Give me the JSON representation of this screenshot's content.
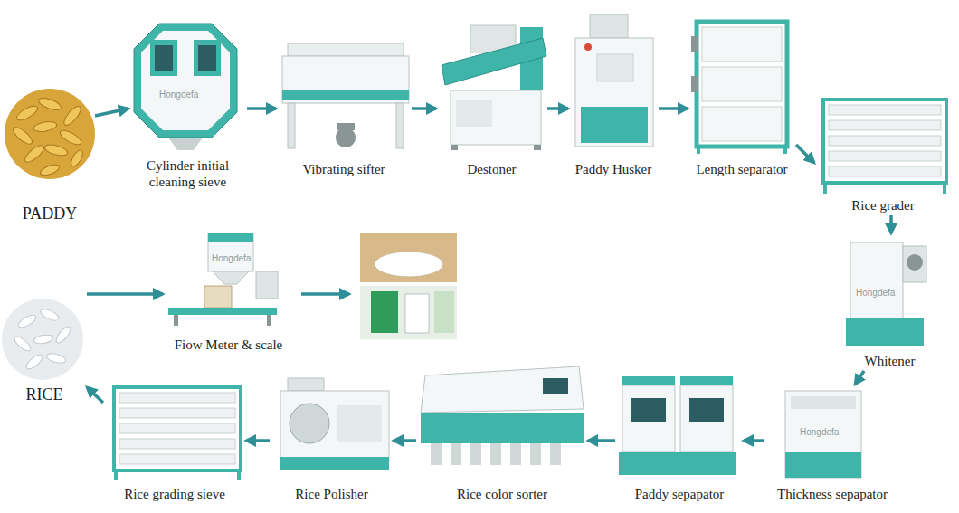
{
  "diagram": {
    "nodes": [
      {
        "text": [
          "PADDY"
        ]
      },
      {
        "text": [
          "Cylinder initial cleaning sieve"
        ]
      },
      {
        "text": [
          "Vibrating sifter"
        ]
      },
      {
        "text": [
          "Destoner"
        ]
      },
      {
        "text": [
          "Paddy Husker"
        ]
      },
      {
        "text": [
          "Length separator"
        ]
      },
      {
        "text": [
          "Rice grader"
        ]
      },
      {
        "text": [
          "Whitener"
        ]
      },
      {
        "text": [
          "Thickness sepapator"
        ]
      },
      {
        "text": [
          "Paddy sepapator"
        ]
      },
      {
        "text": [
          "Rice color sorter"
        ]
      },
      {
        "text": [
          "Rice Polisher"
        ]
      },
      {
        "text": [
          "Rice grading sieve"
        ]
      },
      {
        "text": [
          "RICE"
        ]
      },
      {
        "text": [
          "Fiow Meter & scale"
        ]
      }
    ],
    "edges": [
      {
        "from": 0,
        "to": 1,
        "arrow": "to"
      },
      {
        "from": 1,
        "to": 2,
        "arrow": "to"
      },
      {
        "from": 2,
        "to": 3,
        "arrow": "to"
      },
      {
        "from": 3,
        "to": 4,
        "arrow": "to"
      },
      {
        "from": 4,
        "to": 5,
        "arrow": "to"
      },
      {
        "from": 5,
        "to": 6,
        "arrow": "to"
      },
      {
        "from": 6,
        "to": 7,
        "arrow": "to"
      },
      {
        "from": 7,
        "to": 8,
        "arrow": "to"
      },
      {
        "from": 8,
        "to": 9,
        "arrow": "to"
      },
      {
        "from": 9,
        "to": 10,
        "arrow": "to"
      },
      {
        "from": 10,
        "to": 11,
        "arrow": "to"
      },
      {
        "from": 11,
        "to": 12,
        "arrow": "to"
      },
      {
        "from": 12,
        "to": 13,
        "arrow": "to"
      },
      {
        "from": 13,
        "to": 14,
        "arrow": "to"
      }
    ],
    "labels": [
      "Hongdefa",
      "Hongdefa",
      "Hongdefa",
      "Hongdefa"
    ]
  }
}
